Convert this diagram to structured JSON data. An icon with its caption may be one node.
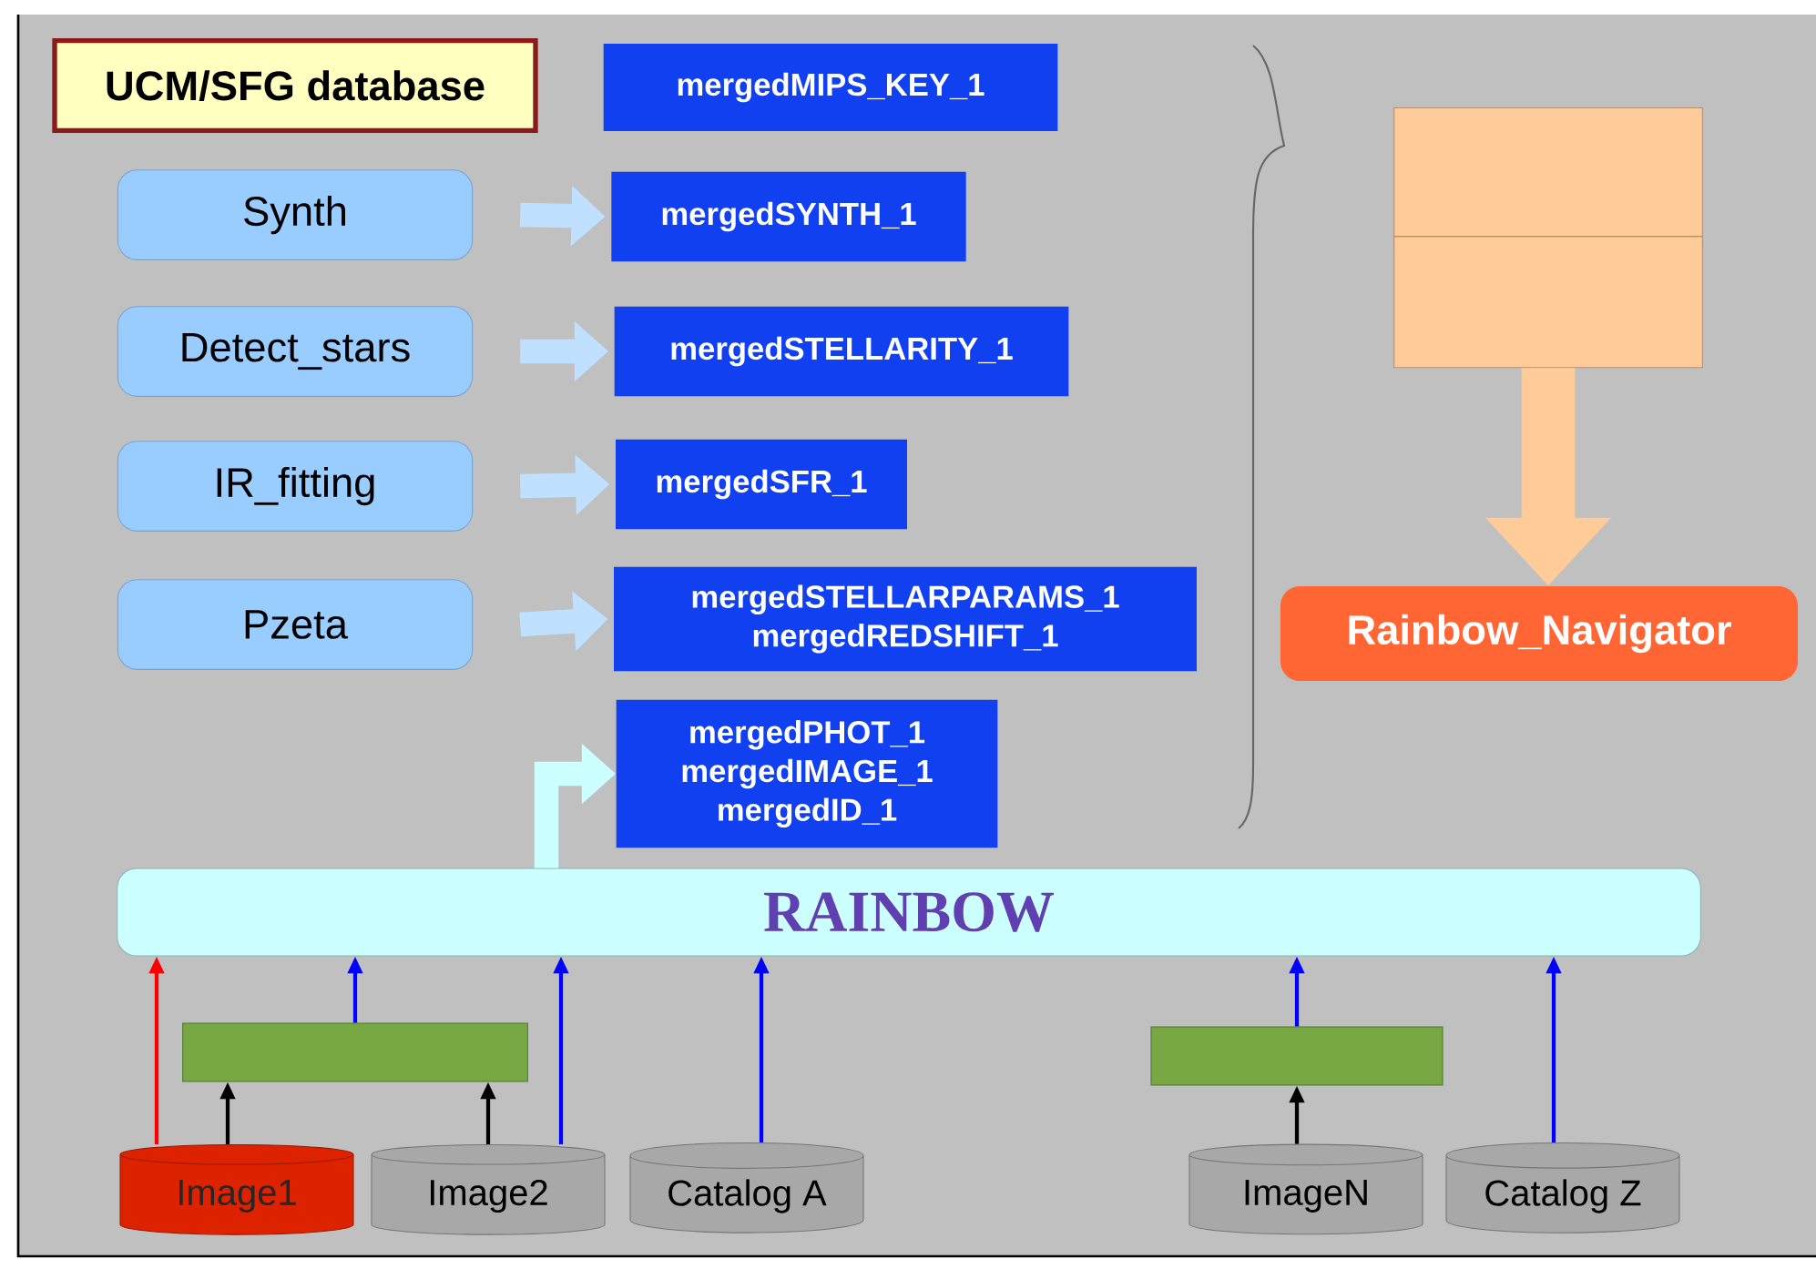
{
  "diagram": {
    "nodes": [
      {
        "text": [
          "UCM/SFG database"
        ]
      },
      {
        "text": [
          "mergedMIPS_KEY_1"
        ]
      },
      {
        "text": [
          "Synth"
        ]
      },
      {
        "text": [
          "mergedSYNTH_1"
        ]
      },
      {
        "text": [
          "Detect_stars"
        ]
      },
      {
        "text": [
          "mergedSTELLARITY_1"
        ]
      },
      {
        "text": [
          "IR_fitting"
        ]
      },
      {
        "text": [
          "mergedSFR_1"
        ]
      },
      {
        "text": [
          "Pzeta"
        ]
      },
      {
        "text": [
          "mergedSTELLARPARAMS_1",
          "mergedREDSHIFT_1"
        ]
      },
      {
        "text": [
          "mergedPHOT_1",
          "mergedIMAGE_1",
          "mergedID_1"
        ]
      },
      {
        "text": [],
        "shape": "cylinder"
      },
      {
        "text": [],
        "shape": "cylinder"
      },
      {
        "text": [
          "Rainbow_Navigator"
        ]
      },
      {
        "text": [
          "RAINBOW"
        ]
      },
      {
        "text": [],
        "shape": "box"
      },
      {
        "text": [
          "Image1"
        ]
      },
      {
        "text": [
          "Image2"
        ]
      },
      {
        "text": [
          "Catalog A"
        ]
      },
      {
        "text": [],
        "shape": "box"
      },
      {
        "text": [
          "ImageN"
        ]
      },
      {
        "text": [
          "Catalog Z"
        ]
      }
    ],
    "edges": [
      {
        "from": 2,
        "to": 3,
        "arrow": "to",
        "style": "thick",
        "color": "#bfe0ff"
      },
      {
        "from": 4,
        "to": 5,
        "arrow": "to",
        "style": "thick",
        "color": "#bfe0ff"
      },
      {
        "from": 6,
        "to": 7,
        "arrow": "to",
        "style": "thick",
        "color": "#bfe0ff"
      },
      {
        "from": 8,
        "to": 9,
        "arrow": "to",
        "style": "thick",
        "color": "#bfe0ff"
      },
      {
        "from": 14,
        "to": 10,
        "arrow": "to",
        "style": "thick",
        "color": "#ccffff"
      },
      {
        "from": 12,
        "to": 13,
        "arrow": "to",
        "style": "thick",
        "color": "#ffcc99"
      },
      {
        "from": 16,
        "to": 14,
        "arrow": "to",
        "color": "#ff0000"
      },
      {
        "from": 16,
        "to": 15,
        "arrow": "to",
        "color": "#000000"
      },
      {
        "from": 15,
        "to": 14,
        "arrow": "to"
      },
      {
        "from": 17,
        "to": 15,
        "arrow": "to",
        "color": "#000000"
      },
      {
        "from": 17,
        "to": 14,
        "arrow": "to"
      },
      {
        "from": 18,
        "to": 14,
        "arrow": "to"
      },
      {
        "from": 20,
        "to": 19,
        "arrow": "to",
        "color": "#000000"
      },
      {
        "from": 19,
        "to": 14,
        "arrow": "to"
      },
      {
        "from": 21,
        "to": 14,
        "arrow": "to"
      }
    ]
  }
}
